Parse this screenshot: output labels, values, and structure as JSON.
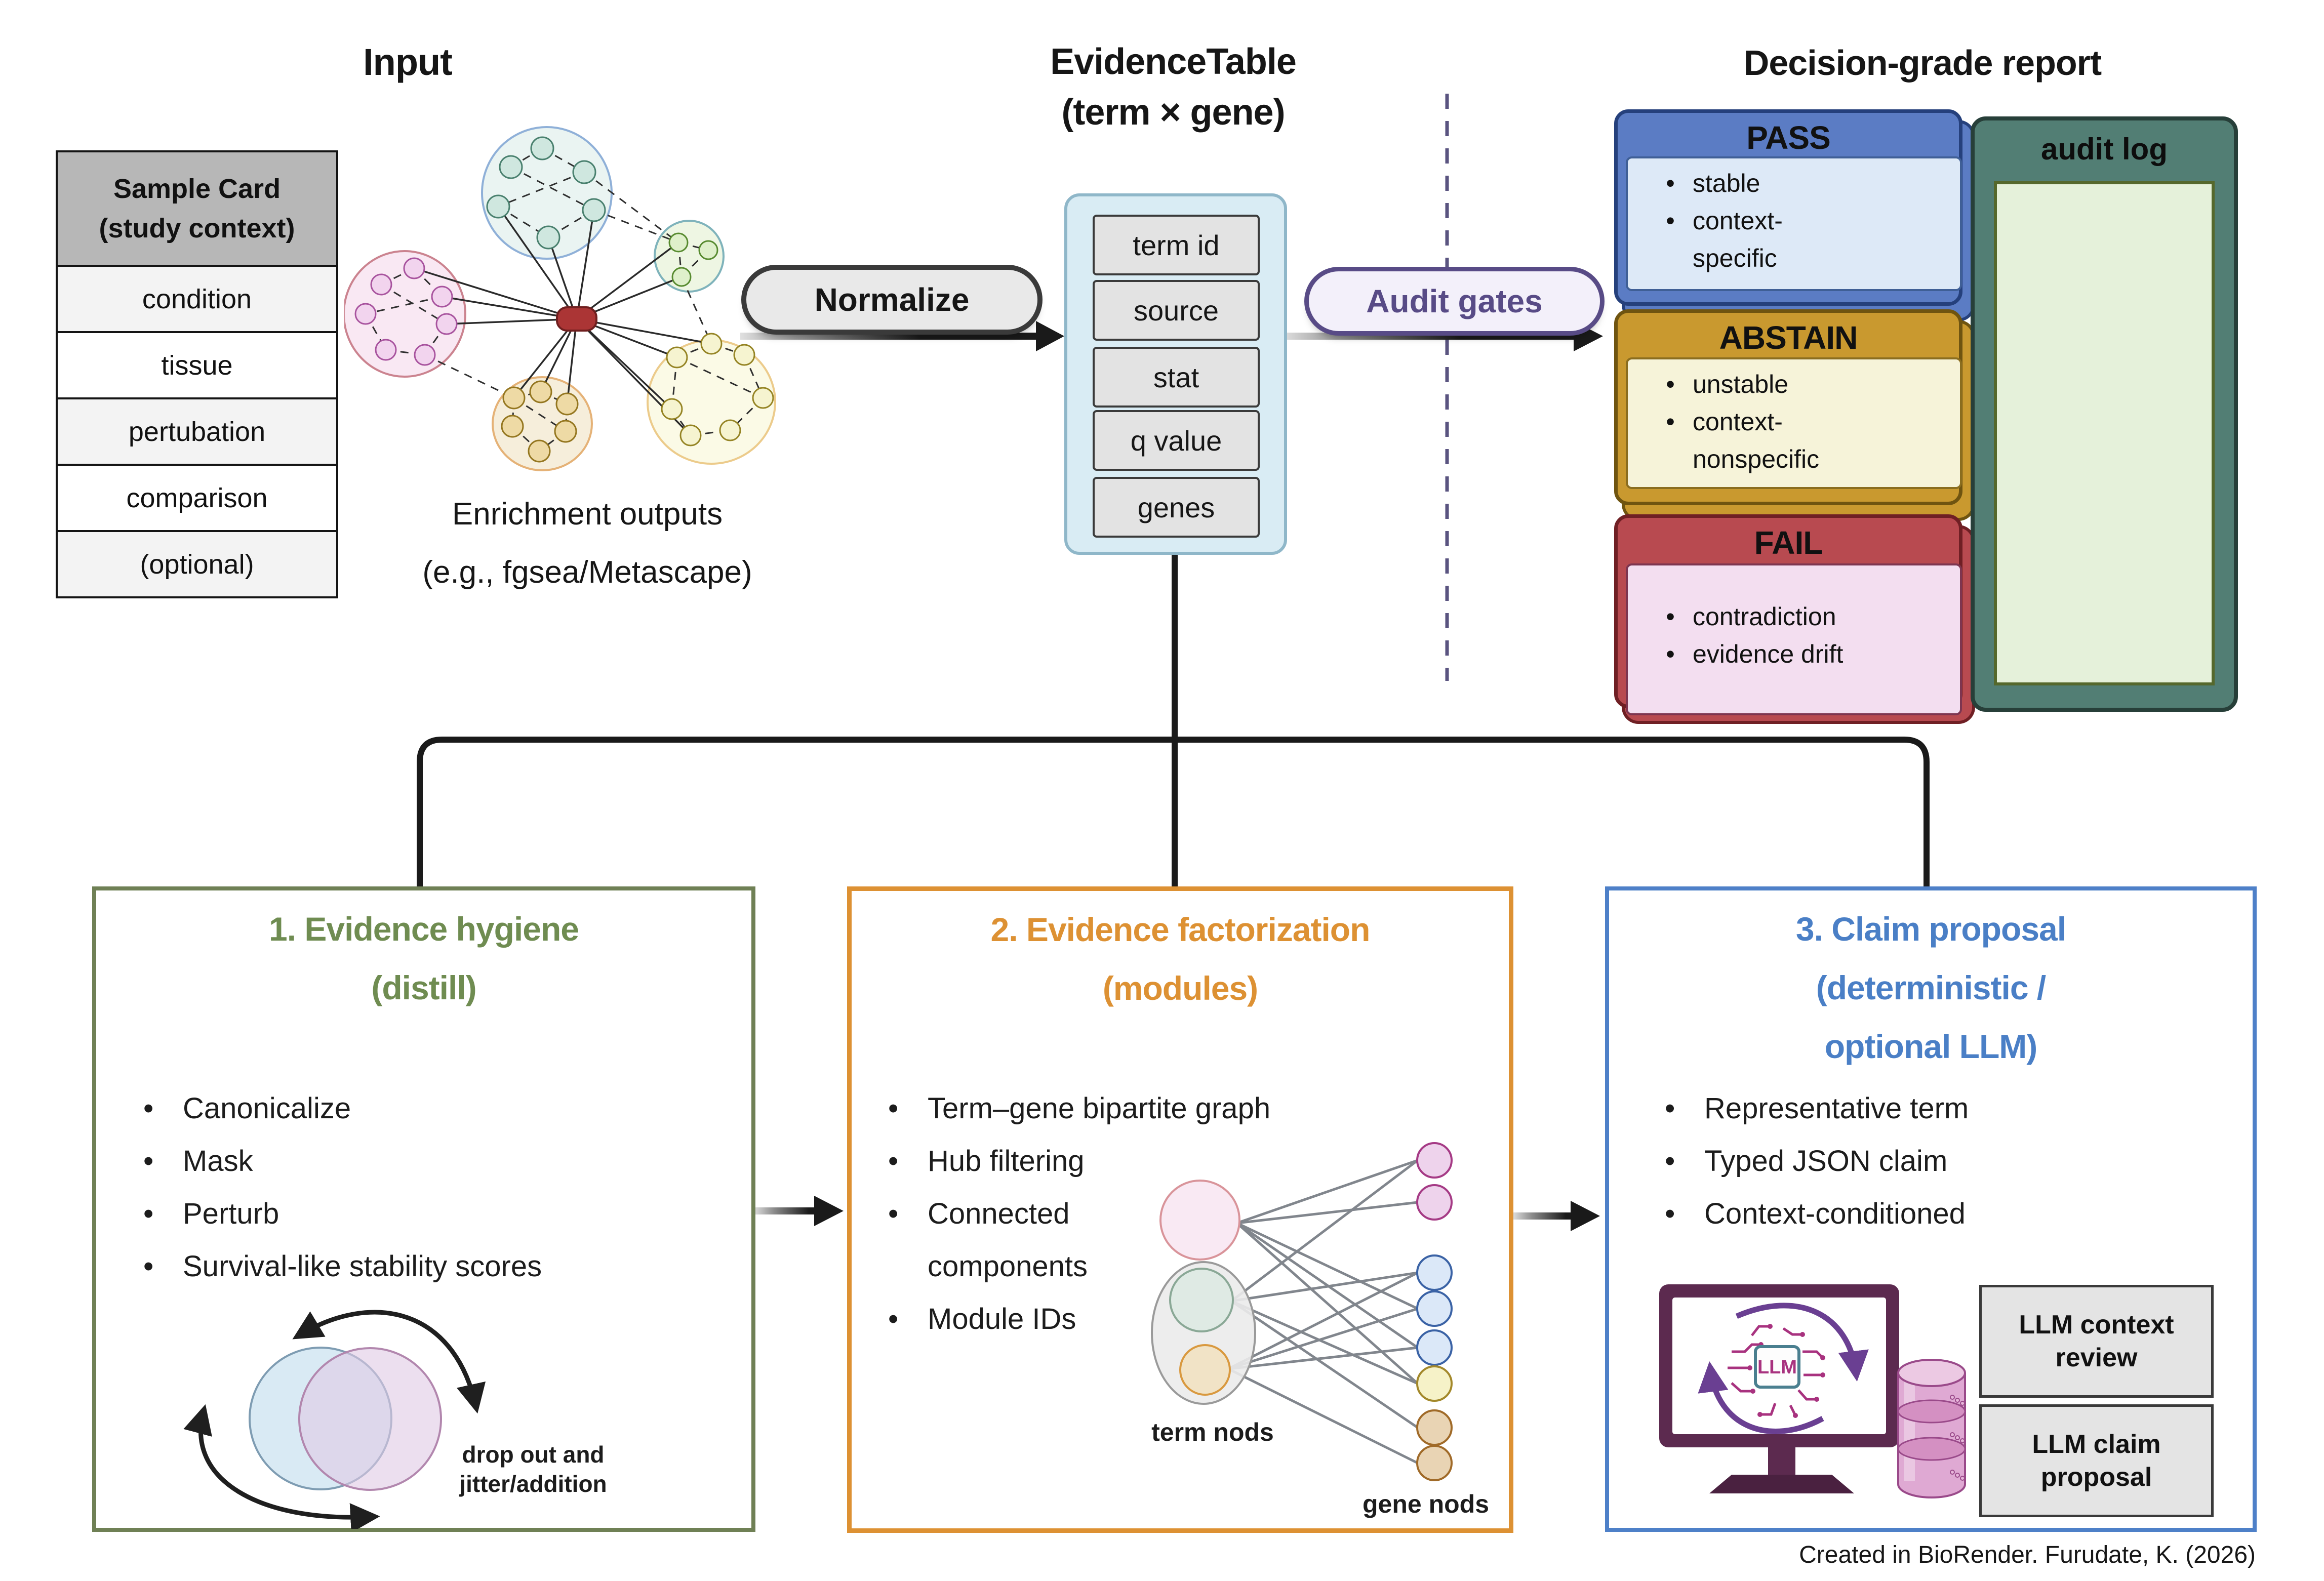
{
  "header": {
    "input_title": "Input",
    "evidence_table_title": "EvidenceTable\n(term × gene)",
    "decision_title": "Decision-grade report"
  },
  "sample_card": {
    "header": "Sample Card\n(study context)",
    "rows": [
      "condition",
      "tissue",
      "pertubation",
      "comparison",
      "(optional)"
    ]
  },
  "enrichment_caption": "Enrichment outputs\n(e.g., fgsea/Metascape)",
  "normalize_label": "Normalize",
  "audit_gates_label": "Audit gates",
  "evidence_table": {
    "fields": [
      "term id",
      "source",
      "stat",
      "q value",
      "genes"
    ]
  },
  "decision": {
    "pass": {
      "title": "PASS",
      "bullets": [
        "stable",
        "context-\nspecific"
      ]
    },
    "abstain": {
      "title": "ABSTAIN",
      "bullets": [
        "unstable",
        "context-\nnonspecific"
      ]
    },
    "fail": {
      "title": "FAIL",
      "bullets": [
        "contradiction",
        "evidence drift"
      ]
    },
    "audit_log_title": "audit log"
  },
  "steps": [
    {
      "title": "1.  Evidence hygiene\n(distill)",
      "bullets": [
        "Canonicalize",
        "Mask",
        "Perturb",
        "Survival-like stability scores"
      ],
      "venn_label": "drop out and\njitter/addition"
    },
    {
      "title": "2. Evidence factorization\n(modules)",
      "bullets": [
        "Term–gene bipartite graph",
        "Hub filtering",
        "Connected\ncomponents",
        "Module IDs"
      ],
      "term_label": "term nods",
      "gene_label": "gene nods"
    },
    {
      "title": "3. Claim proposal\n(deterministic /\noptional LLM)",
      "bullets": [
        "Representative term",
        "Typed JSON claim",
        "Context-conditioned"
      ],
      "chip_label": "LLM",
      "boxes": [
        "LLM context\nreview",
        "LLM claim\nproposal"
      ]
    }
  ],
  "footer_credit": "Created in BioRender. Furudate, K. (2026)",
  "colors": {
    "pass_fill": "#5b7cc4",
    "pass_border": "#25407c",
    "pass_inner": "#dde9f7",
    "abstain_fill": "#c9992f",
    "abstain_border": "#6f5410",
    "abstain_inner": "#f6f3d9",
    "fail_fill": "#b84a50",
    "fail_border": "#6f1f24",
    "fail_inner": "#f3def0",
    "audit_log_fill": "#527e74",
    "audit_log_inner": "#e5f1da",
    "step1_accent": "#6f8c51",
    "step2_accent": "#dd9133",
    "step3_accent": "#4a7fc6",
    "audit_gates_accent": "#584b86",
    "hub_red": "#ab3535"
  }
}
